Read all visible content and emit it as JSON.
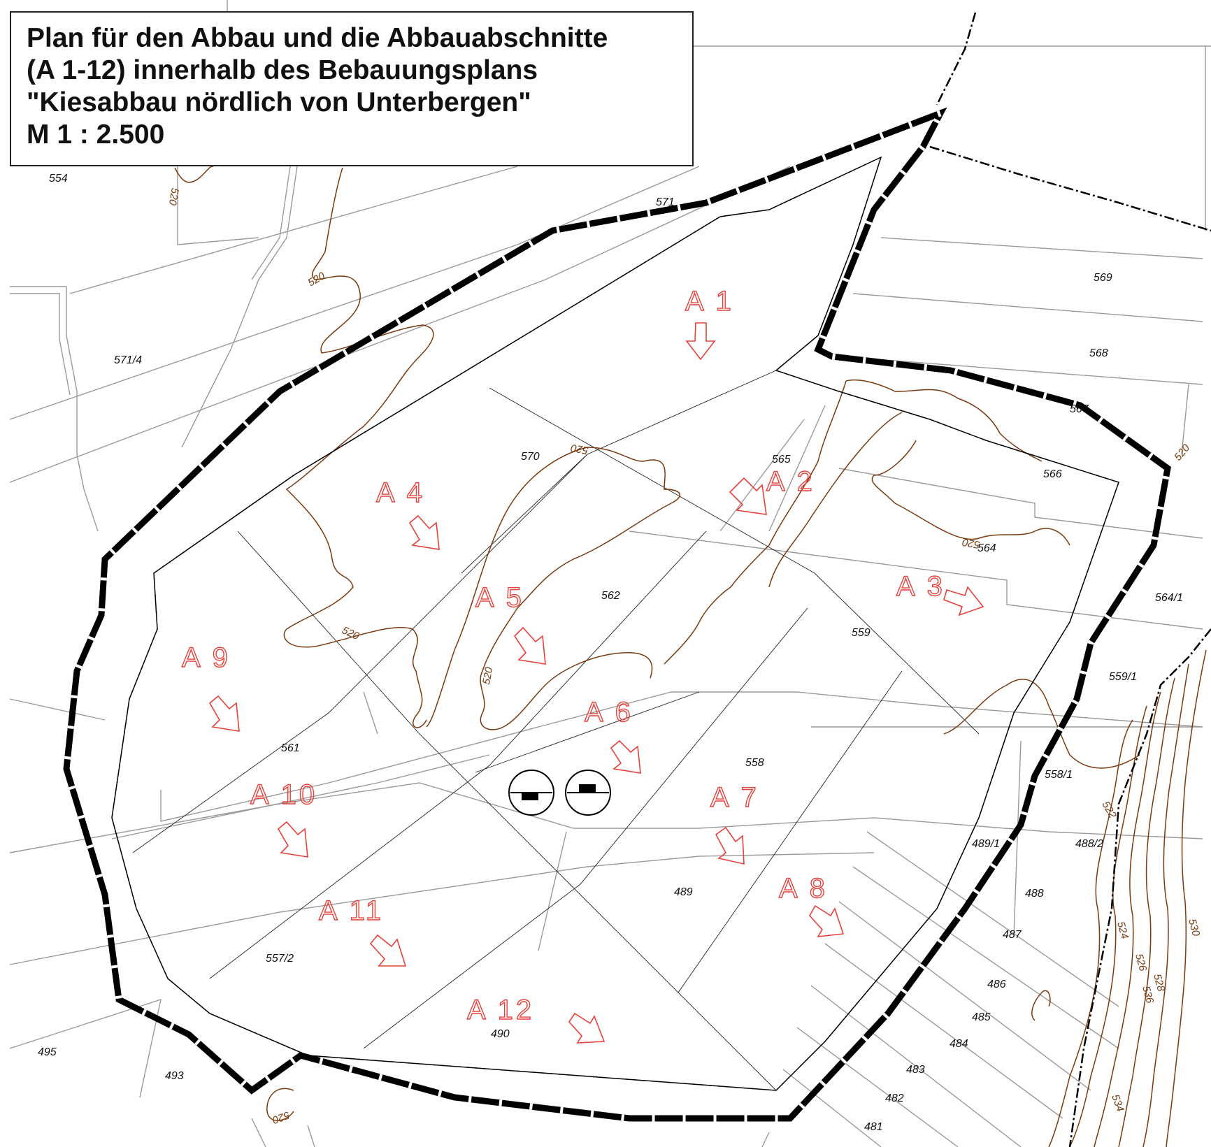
{
  "title": {
    "line1": "Plan für den Abbau und die Abbauabschnitte",
    "line2": "(A 1-12) innerhalb des Bebauungsplans",
    "line3": "\"Kiesabbau nördlich von Unterbergen\"",
    "scale": "M 1 : 2.500"
  },
  "sections": [
    "A 1",
    "A 2",
    "A 3",
    "A 4",
    "A 5",
    "A 6",
    "A 7",
    "A 8",
    "A 9",
    "A 10",
    "A 11",
    "A 12"
  ],
  "parcels": [
    "554",
    "571",
    "569",
    "568",
    "567",
    "566",
    "571/4",
    "570",
    "565",
    "564",
    "564/1",
    "562",
    "559",
    "559/1",
    "561",
    "558",
    "558/1",
    "489/1",
    "488/2",
    "488",
    "489",
    "487",
    "557/2",
    "486",
    "485",
    "484",
    "483",
    "482",
    "481",
    "490",
    "495",
    "493"
  ],
  "contours": [
    "520",
    "520",
    "520",
    "520",
    "520",
    "520",
    "520",
    "520",
    "522",
    "524",
    "526",
    "528",
    "530",
    "534",
    "536"
  ],
  "colors": {
    "section": "#e8403a",
    "contour": "#7a3a10",
    "parcel_line": "#9a9a9a",
    "boundary": "#000000"
  },
  "icons": [
    "nogo-sign-icon",
    "nogo-sign-icon"
  ]
}
